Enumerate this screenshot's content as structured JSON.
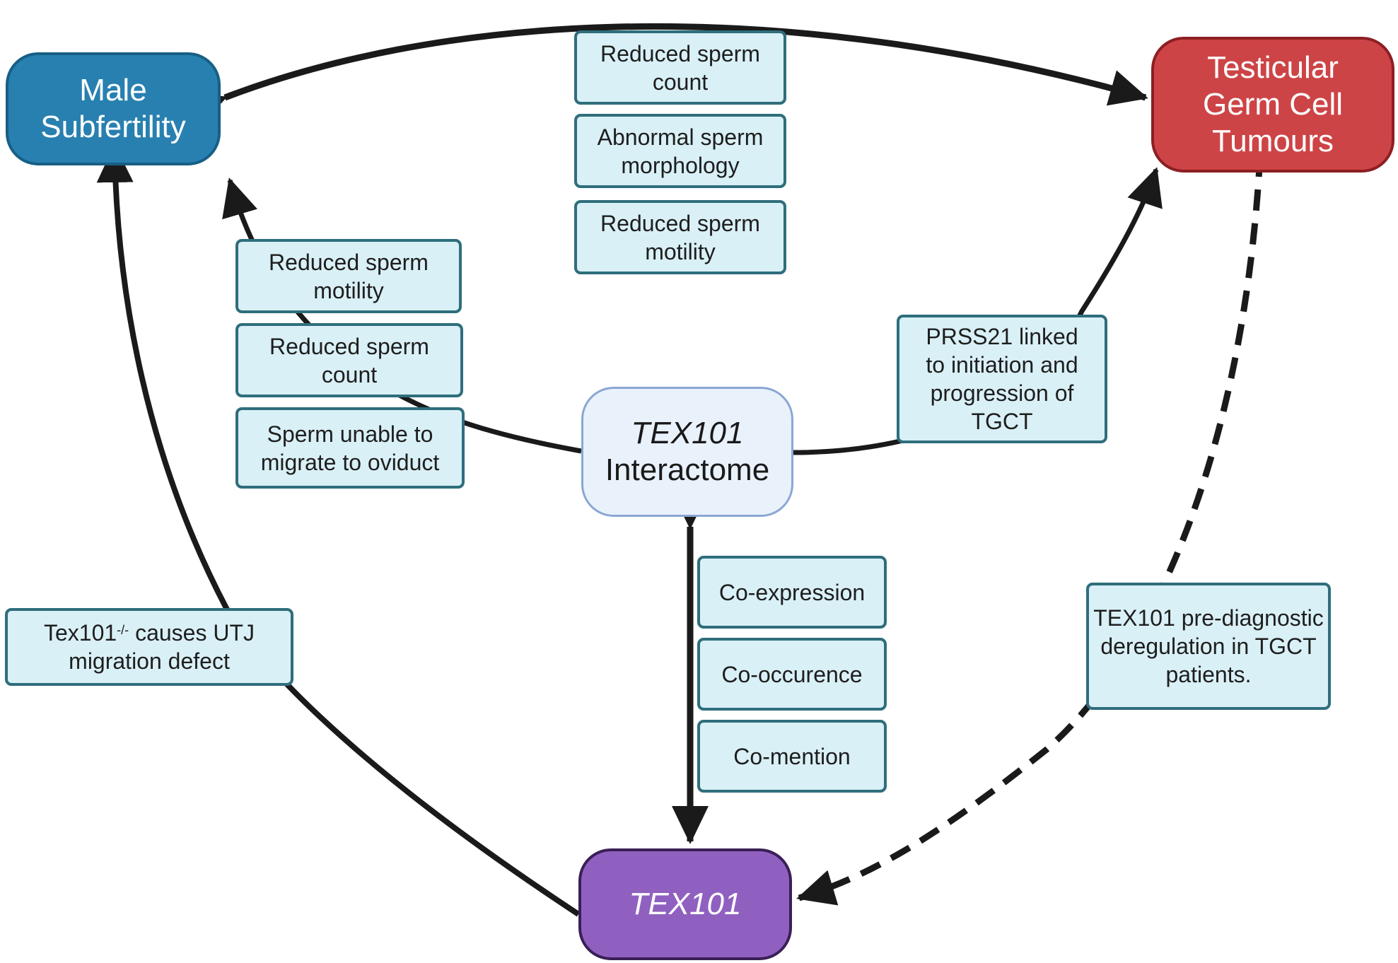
{
  "nodes": {
    "male": {
      "line1": "Male",
      "line2": "Subfertility",
      "color": "#2880b0"
    },
    "tgct": {
      "line1": "Testicular",
      "line2": "Germ Cell",
      "line3": "Tumours",
      "color": "#cd4446"
    },
    "interactome": {
      "line1": "TEX101",
      "line2": "Interactome",
      "color": "#e9f1fb"
    },
    "tex101": {
      "label": "TEX101",
      "color": "#9060c0"
    }
  },
  "labels": {
    "top": [
      "Reduced sperm\ncount",
      "Abnormal sperm\nmorphology",
      "Reduced sperm\nmotility"
    ],
    "left": [
      "Reduced sperm\nmotility",
      "Reduced sperm\ncount",
      "Sperm unable to\nmigrate to oviduct"
    ],
    "right": "PRSS21 linked\nto initiation and\nprogression of\nTGCT",
    "tex_utj": {
      "prefix": "Tex101",
      "sup": "-/-",
      "suffix": " causes UTJ",
      "line2": "migration defect"
    },
    "evidence": [
      "Co-expression",
      "Co-occurence",
      "Co-mention"
    ],
    "prediagnostic": "TEX101 pre-diagnostic\nderegulation in TGCT\npatients."
  },
  "colors": {
    "arrow": "#1a1a1a",
    "label_fill": "#d9f0f6",
    "label_border": "#2f6e7c"
  }
}
